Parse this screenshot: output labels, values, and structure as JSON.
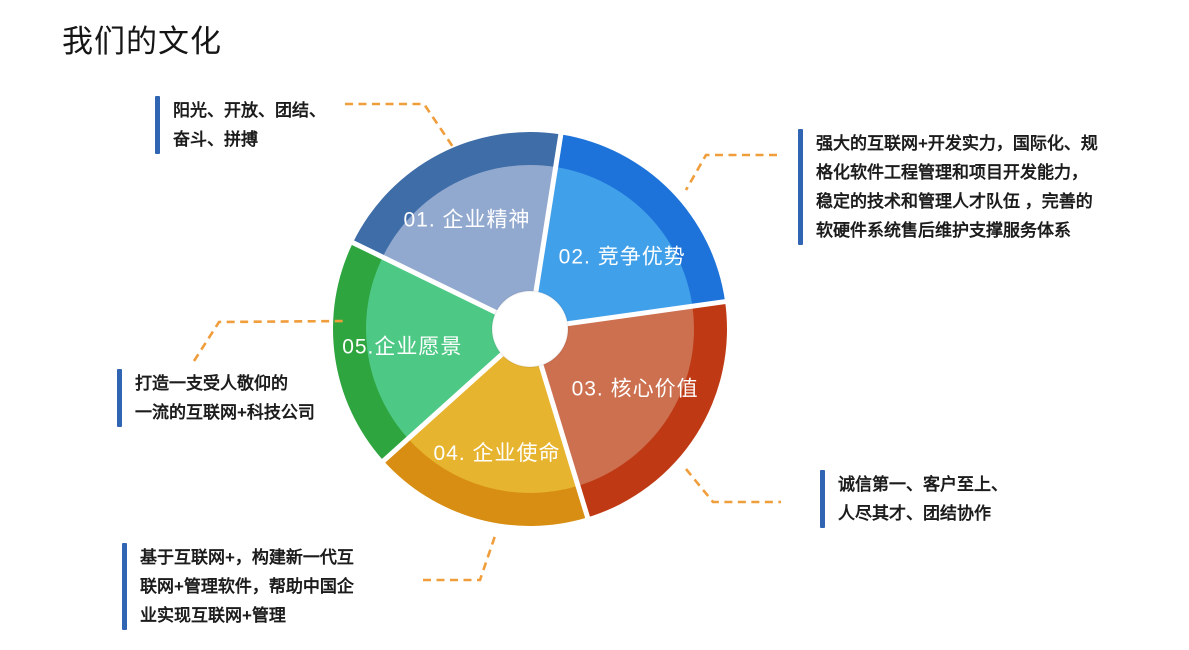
{
  "page": {
    "title": "我们的文化"
  },
  "colors": {
    "background": "#ffffff",
    "title_text": "#151515",
    "callout_text": "#1c1c1c",
    "callout_bar": "#2f65b2",
    "connector_dash": "#f09d3b",
    "slice_label_text": "#ffffff",
    "separator": "#ffffff",
    "hub": "#ffffff"
  },
  "chart_data": {
    "type": "pie",
    "title": "我们的文化",
    "style": "donut wheel, 5 segments, darker outer rim band per segment, white hub",
    "legend_position": "none",
    "slices": [
      {
        "id": "01",
        "label": "01. 企业精神",
        "name": "企业精神",
        "inner_color": "#92a9cf",
        "outer_color": "#3f6da8",
        "description": "阳光、开放、团结、奋斗、拼搏"
      },
      {
        "id": "02",
        "label": "02. 竞争优势",
        "name": "竞争优势",
        "inner_color": "#41a0ea",
        "outer_color": "#1d73d9",
        "description": "强大的互联网+开发实力，国际化、规格化软件工程管理和项目开发能力，稳定的技术和管理人才队伍 ，完善的软硬件系统售后维护支撑服务体系"
      },
      {
        "id": "03",
        "label": "03. 核心价值",
        "name": "核心价值",
        "inner_color": "#cc7050",
        "outer_color": "#bf3a14",
        "description": "诚信第一、客户至上、人尽其才、团结协作"
      },
      {
        "id": "04",
        "label": "04. 企业使命",
        "name": "企业使命",
        "inner_color": "#e7b42f",
        "outer_color": "#d88e12",
        "description": "基于互联网+，构建新一代互联网+管理软件，帮助中国企业实现互联网+管理"
      },
      {
        "id": "05",
        "label": "05.企业愿景",
        "name": "企业愿景",
        "inner_color": "#4dc985",
        "outer_color": "#2ea53e",
        "description": "打造一支受人敬仰的一流的互联网+科技公司"
      }
    ]
  },
  "callouts": {
    "top_left": {
      "lines": [
        "阳光、开放、团结、",
        "奋斗、拼搏"
      ]
    },
    "top_right": {
      "lines": [
        "强大的互联网+开发实力，国际化、规",
        "格化软件工程管理和项目开发能力，",
        "稳定的技术和管理人才队伍 ，完善的",
        "软硬件系统售后维护支撑服务体系"
      ]
    },
    "middle_left": {
      "lines": [
        "打造一支受人敬仰的",
        "一流的互联网+科技公司"
      ]
    },
    "bottom_left": {
      "lines": [
        "基于互联网+，构建新一代互",
        "联网+管理软件，帮助中国企",
        "业实现互联网+管理"
      ]
    },
    "bottom_right": {
      "lines": [
        "诚信第一、客户至上、",
        "人尽其才、团结协作"
      ]
    }
  }
}
